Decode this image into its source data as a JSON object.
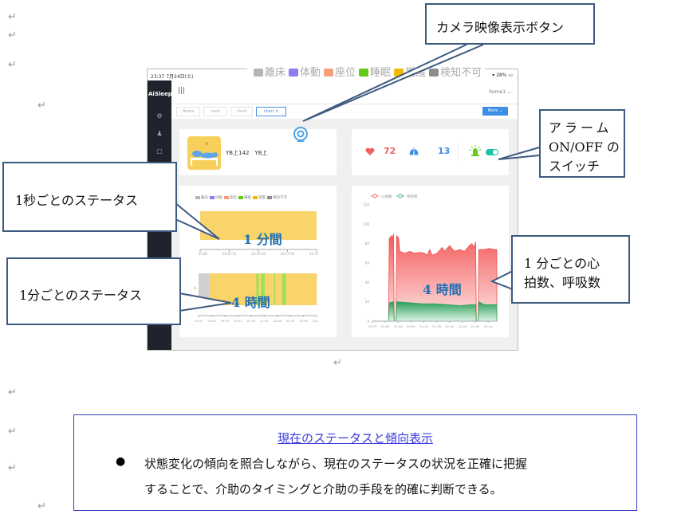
{
  "document": {
    "paragraph_mark": "↵"
  },
  "legend_top": {
    "items": [
      {
        "label": "離床",
        "color": "#b5b5b5"
      },
      {
        "label": "体動",
        "color": "#8b7cf0"
      },
      {
        "label": "座位",
        "color": "#f6a07a"
      },
      {
        "label": "睡眠",
        "color": "#62c914"
      },
      {
        "label": "覚醒",
        "color": "#f5b800"
      },
      {
        "label": "検知不可",
        "color": "#8d8d8d"
      }
    ]
  },
  "tablet": {
    "status_time": "23:37  7月24日(土)",
    "status_battery": "28%",
    "app_name": "AiSleep",
    "menu_icon": "|||",
    "user": "home1",
    "tabs": [
      {
        "label": "Home",
        "active": false
      },
      {
        "label": "card",
        "active": false
      },
      {
        "label": "chart",
        "active": false
      },
      {
        "label": "chart ×",
        "active": true
      }
    ],
    "more_button": "More",
    "patient_label": "YB上142　YB上",
    "heart_rate": "72",
    "resp_rate": "13",
    "alarm_on": true,
    "accent_color": "#3a8ee6"
  },
  "callouts": {
    "camera": "カメラ映像表示ボタン",
    "alarm_line1": "アラーム",
    "alarm_line2": "ON/OFF の",
    "alarm_line3": "スイッチ",
    "per_second": "1秒ごとのステータス",
    "per_minute": "1分ごとのステータス",
    "vitals_line1": "1 分ごとの心",
    "vitals_line2": "拍数、呼吸数"
  },
  "overlay_labels": {
    "one_minute": "1 分間",
    "four_hours_left": "4 時間",
    "four_hours_right": "4 時間"
  },
  "summary": {
    "title": "現在のステータスと傾向表示",
    "line1": "状態変化の傾向を照合しながら、現在のステータスの状況を正確に把握",
    "line2": "することで、介助のタイミングと介助の手段を的確に判断できる。"
  },
  "chart_data": [
    {
      "type": "bar",
      "title": "1秒ごとのステータス (1分間)",
      "legend": [
        "離床",
        "体動",
        "座位",
        "睡眠",
        "覚醒",
        "検知不可"
      ],
      "x_ticks": [
        "23:37:00",
        "23:37:15",
        "23:37:30",
        "23:37:45",
        "23:37:57"
      ],
      "segments": [
        {
          "state": "覚醒",
          "from": "23:37:00",
          "to": "23:37:57"
        }
      ]
    },
    {
      "type": "bar",
      "title": "1分ごとのステータス (4時間)",
      "x_ticks": [
        "19:37",
        "20:03",
        "20:29",
        "20:53",
        "21:18",
        "21:43",
        "22:08",
        "22:33",
        "22:58",
        "23:23"
      ],
      "y_label": "0",
      "segments": [
        {
          "state": "離床",
          "from": 0.0,
          "to": 0.09
        },
        {
          "state": "覚醒",
          "from": 0.09,
          "to": 0.49
        },
        {
          "state": "睡眠",
          "from": 0.49,
          "to": 0.51
        },
        {
          "state": "覚醒",
          "from": 0.51,
          "to": 0.53
        },
        {
          "state": "睡眠",
          "from": 0.53,
          "to": 0.56
        },
        {
          "state": "覚醒",
          "from": 0.56,
          "to": 0.64
        },
        {
          "state": "睡眠",
          "from": 0.64,
          "to": 0.65
        },
        {
          "state": "覚醒",
          "from": 0.65,
          "to": 0.71
        },
        {
          "state": "睡眠",
          "from": 0.71,
          "to": 0.74
        },
        {
          "state": "覚醒",
          "from": 0.74,
          "to": 1.0
        }
      ]
    },
    {
      "type": "area",
      "title": "1分ごとの心拍数、呼吸数 (4時間)",
      "legend": [
        "心拍数",
        "呼吸数"
      ],
      "x_ticks": [
        "19:37",
        "20:02",
        "20:26",
        "20:50",
        "21:14",
        "21:38",
        "22:02",
        "22:26",
        "22:50",
        "23:14"
      ],
      "y_ticks": [
        0,
        20,
        40,
        60,
        80,
        100,
        120
      ],
      "ylim": [
        0,
        120
      ],
      "series": [
        {
          "name": "心拍数",
          "color": "#f05050",
          "points": [
            [
              0,
              0
            ],
            [
              0.13,
              0
            ],
            [
              0.135,
              85
            ],
            [
              0.15,
              88
            ],
            [
              0.16,
              86
            ],
            [
              0.17,
              90
            ],
            [
              0.175,
              0
            ],
            [
              0.19,
              0
            ],
            [
              0.195,
              88
            ],
            [
              0.21,
              86
            ],
            [
              0.22,
              72
            ],
            [
              0.26,
              70
            ],
            [
              0.3,
              72
            ],
            [
              0.34,
              70
            ],
            [
              0.38,
              71
            ],
            [
              0.42,
              70
            ],
            [
              0.44,
              68
            ],
            [
              0.46,
              74
            ],
            [
              0.48,
              68
            ],
            [
              0.52,
              70
            ],
            [
              0.56,
              76
            ],
            [
              0.58,
              72
            ],
            [
              0.62,
              78
            ],
            [
              0.66,
              72
            ],
            [
              0.7,
              74
            ],
            [
              0.74,
              72
            ],
            [
              0.78,
              78
            ],
            [
              0.8,
              80
            ],
            [
              0.82,
              76
            ],
            [
              0.83,
              82
            ],
            [
              0.835,
              0
            ],
            [
              0.85,
              0
            ],
            [
              0.855,
              74
            ],
            [
              0.9,
              74
            ],
            [
              0.94,
              75
            ],
            [
              0.98,
              74
            ],
            [
              1.0,
              74
            ]
          ]
        },
        {
          "name": "呼吸数",
          "color": "#2aa05a",
          "points": [
            [
              0,
              0
            ],
            [
              0.13,
              0
            ],
            [
              0.135,
              19
            ],
            [
              0.17,
              20
            ],
            [
              0.175,
              0
            ],
            [
              0.19,
              0
            ],
            [
              0.195,
              20
            ],
            [
              0.3,
              19
            ],
            [
              0.4,
              18
            ],
            [
              0.5,
              18
            ],
            [
              0.6,
              17
            ],
            [
              0.7,
              16
            ],
            [
              0.8,
              17
            ],
            [
              0.83,
              17
            ],
            [
              0.835,
              0
            ],
            [
              0.85,
              0
            ],
            [
              0.855,
              20
            ],
            [
              0.9,
              17
            ],
            [
              0.95,
              17
            ],
            [
              1.0,
              17
            ]
          ]
        }
      ]
    }
  ]
}
